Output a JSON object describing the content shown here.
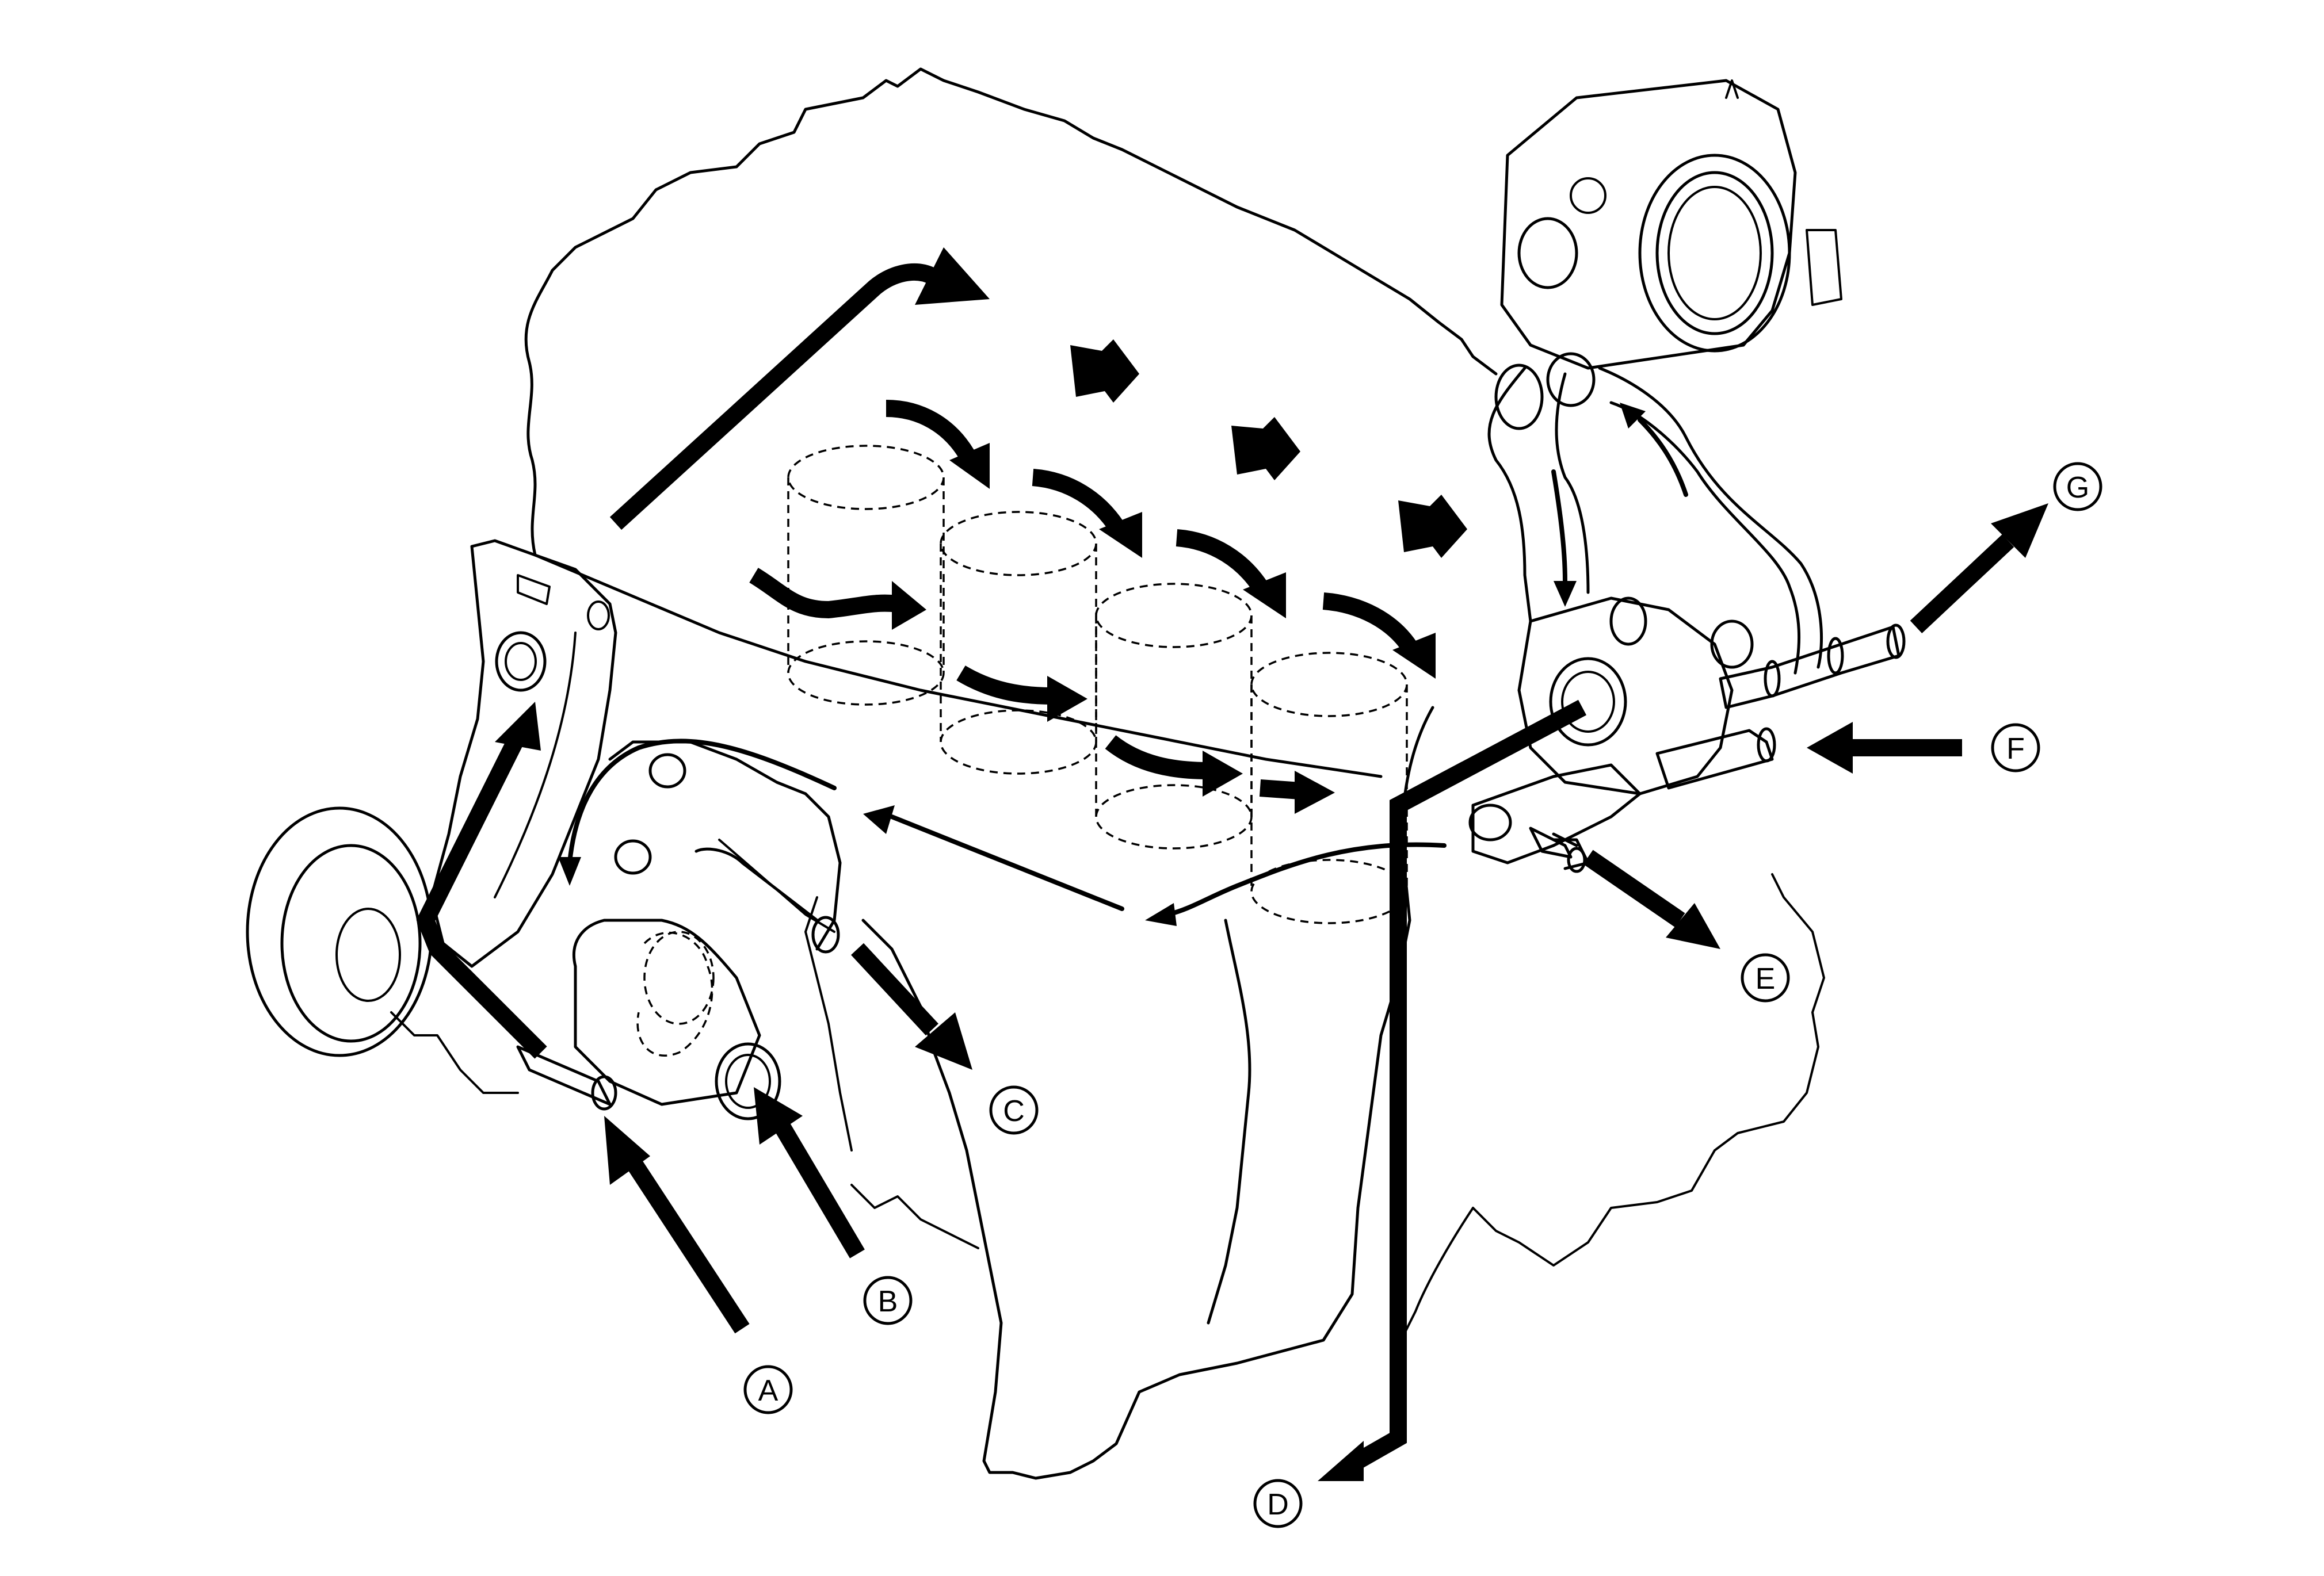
{
  "diagram": {
    "callouts": [
      {
        "id": "A",
        "label": "A"
      },
      {
        "id": "B",
        "label": "B"
      },
      {
        "id": "C",
        "label": "C"
      },
      {
        "id": "D",
        "label": "D"
      },
      {
        "id": "E",
        "label": "E"
      },
      {
        "id": "F",
        "label": "F"
      },
      {
        "id": "G",
        "label": "G"
      }
    ]
  },
  "colors": {
    "line": "#000000",
    "background": "#ffffff"
  }
}
